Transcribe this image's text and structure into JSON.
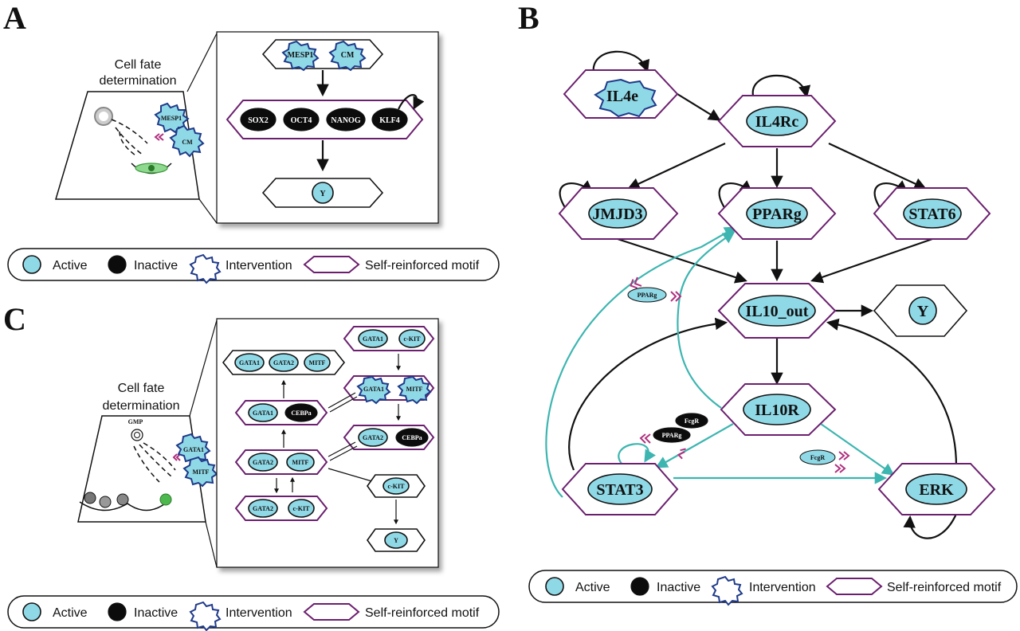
{
  "panels": {
    "a": "A",
    "b": "B",
    "c": "C"
  },
  "legend": {
    "active": "Active",
    "inactive": "Inactive",
    "intervention": "Intervention",
    "motif": "Self-reinforced motif"
  },
  "panel_a": {
    "cell_label_1": "Cell fate",
    "cell_label_2": "determination",
    "interventions": [
      "MESP1",
      "CM"
    ],
    "core": [
      "SOX2",
      "OCT4",
      "NANOG",
      "KLF4"
    ],
    "output": "Y"
  },
  "panel_b": {
    "nodes": {
      "il4e": "IL4e",
      "il4rc": "IL4Rc",
      "jmjd3": "JMJD3",
      "pparg": "PPARg",
      "stat6": "STAT6",
      "il10out": "IL10_out",
      "y": "Y",
      "il10r": "IL10R",
      "stat3": "STAT3",
      "erk": "ERK"
    },
    "labels": {
      "pparg_small": "PPARg",
      "fcgr_black": "FcgR",
      "pparg_black": "PPARg",
      "fcgr_small": "FcgR"
    }
  },
  "panel_c": {
    "cell_label_1": "Cell fate",
    "cell_label_2": "determination",
    "gmp": "GMP",
    "interventions": [
      "GATA1",
      "MITF"
    ],
    "n_gata1_ckit": [
      "GATA1",
      "c-KIT"
    ],
    "n_gata1_gata2_mitf": [
      "GATA1",
      "GATA2",
      "MITF"
    ],
    "n_gata1_mitf": [
      "GATA1",
      "MITF"
    ],
    "n_gata1_cebpa": [
      "GATA1",
      "CEBPa"
    ],
    "n_gata2_cebpa": [
      "GATA2",
      "CEBPa"
    ],
    "n_gata2_mitf": [
      "GATA2",
      "MITF"
    ],
    "n_ckit": "c-KIT",
    "n_gata2_ckit": [
      "GATA2",
      "c-KIT"
    ],
    "output": "Y"
  }
}
